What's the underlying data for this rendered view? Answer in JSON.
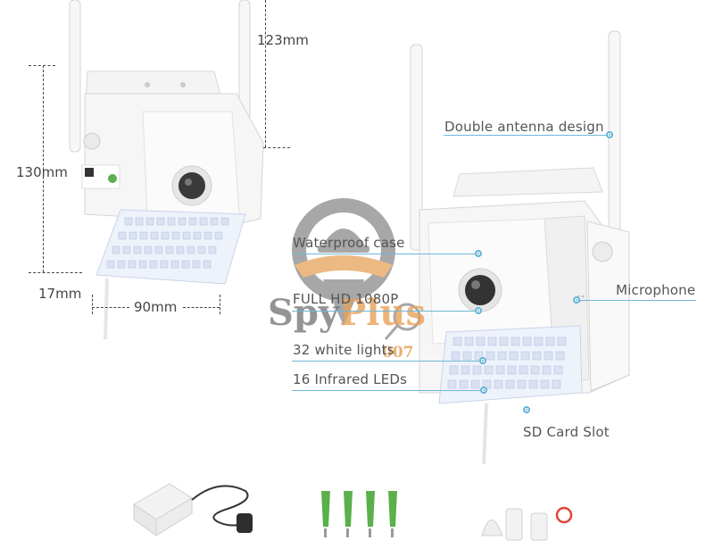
{
  "dimensions": {
    "antenna_height": "123mm",
    "height": "130mm",
    "depth": "17mm",
    "width": "90mm"
  },
  "callouts": {
    "antenna": "Double antenna design",
    "waterproof": "Waterproof case",
    "resolution": "FULL HD 1080P",
    "white_lights": "32 white lights",
    "infrared": "16 Infrared LEDs",
    "microphone": "Microphone",
    "sd_card": "SD Card Slot"
  },
  "watermark": {
    "brand_a": "Spy",
    "brand_b": "Plus",
    "suffix": "007"
  },
  "colors": {
    "callout_line": "#6fb7d8",
    "watermark_orange": "#e8a25a",
    "watermark_gray": "#7a7a7a",
    "accessory_green": "#5ab04a"
  }
}
